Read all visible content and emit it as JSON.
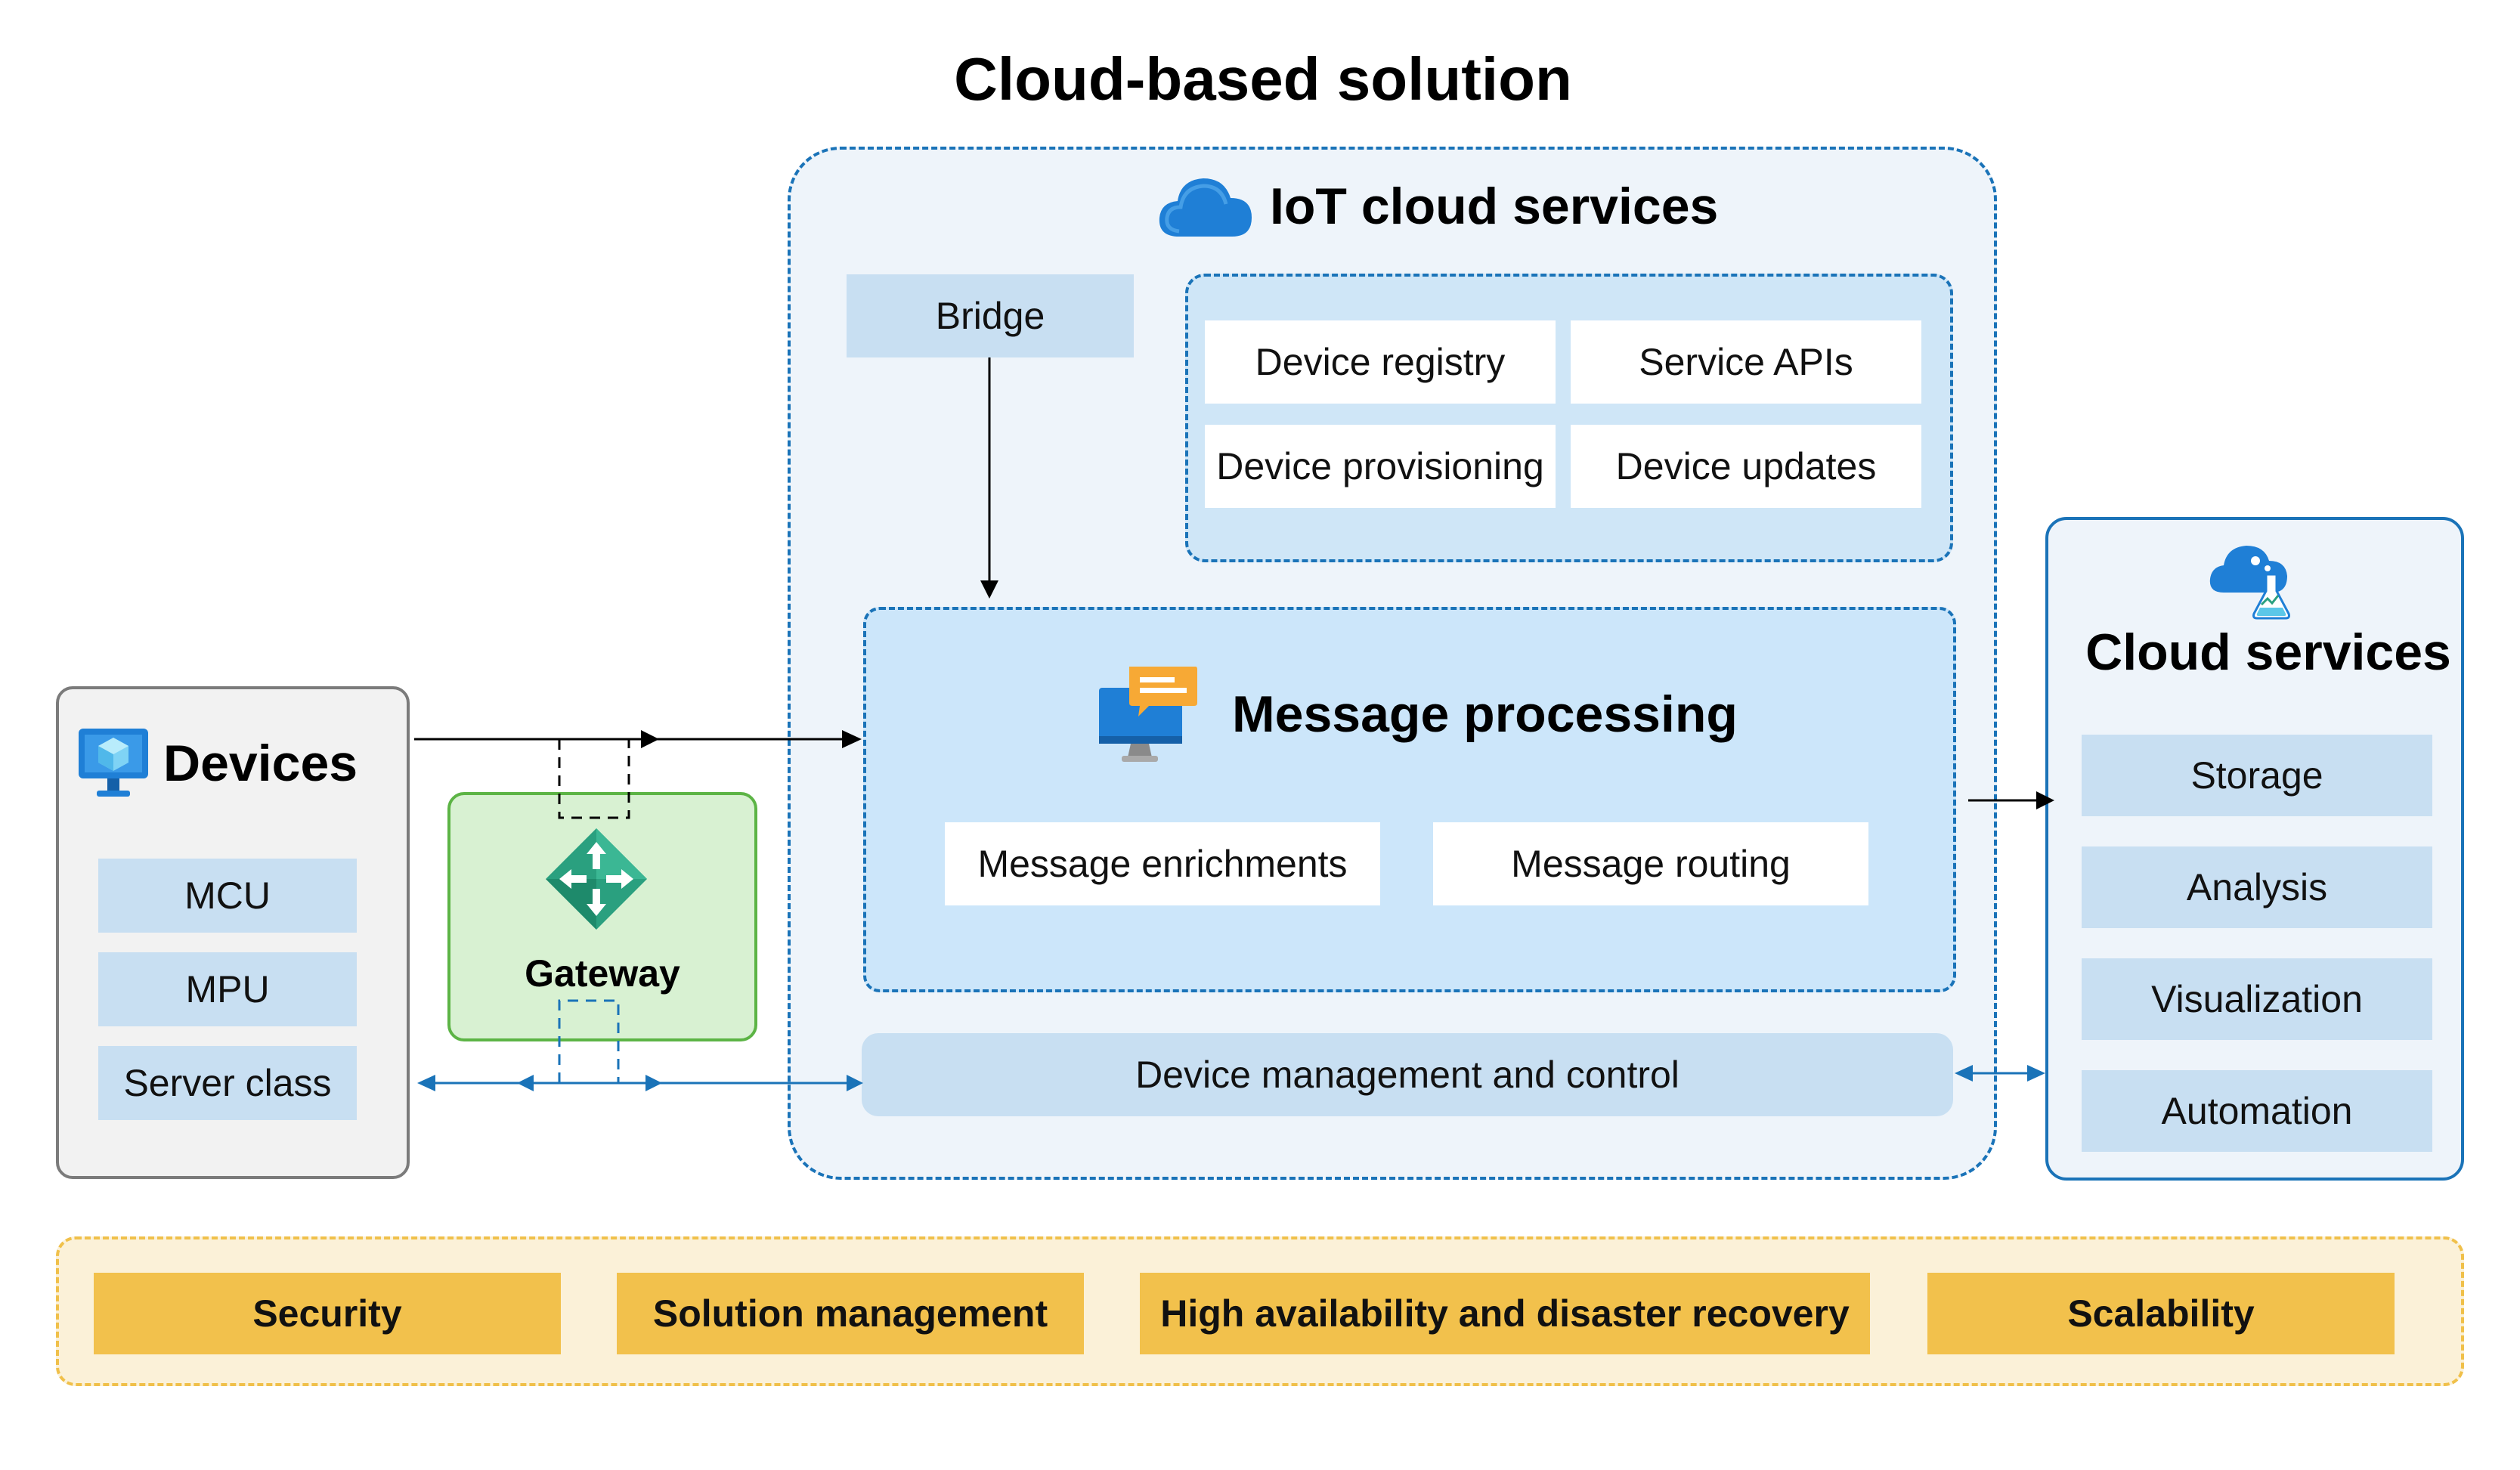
{
  "title": "Cloud-based solution",
  "iot": {
    "title": "IoT cloud services",
    "bridge": "Bridge",
    "services": [
      "Device registry",
      "Service APIs",
      "Device provisioning",
      "Device updates"
    ],
    "message_processing": {
      "title": "Message processing",
      "items": [
        "Message enrichments",
        "Message routing"
      ]
    },
    "device_management": "Device management and control"
  },
  "devices": {
    "title": "Devices",
    "items": [
      "MCU",
      "MPU",
      "Server class"
    ]
  },
  "gateway": {
    "label": "Gateway"
  },
  "cloud_services": {
    "title": "Cloud services",
    "items": [
      "Storage",
      "Analysis",
      "Visualization",
      "Automation"
    ]
  },
  "cross_cutting": [
    "Security",
    "Solution management",
    "High availability and disaster recovery",
    "Scalability"
  ],
  "colors": {
    "accent_blue": "#1a73b8",
    "light_blue": "#c8dff2",
    "gateway_green": "#5cb445",
    "yellow": "#f2c14c"
  }
}
